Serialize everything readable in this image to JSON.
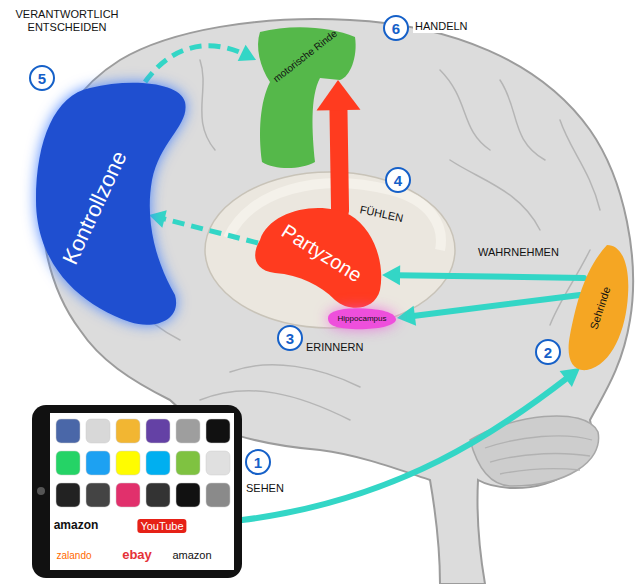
{
  "diagram": {
    "nodes": [
      {
        "text": [
          "Kontrollzone"
        ]
      },
      {
        "text": [
          "motorische Rinde"
        ]
      },
      {
        "text": [
          "Partyzone"
        ]
      },
      {
        "text": [
          "Hippocampus"
        ]
      },
      {
        "text": [
          "Sehrinde"
        ]
      },
      {
        "text": [
          "amazon",
          "YouTube",
          "zalando",
          "ebay",
          "amazon"
        ]
      }
    ],
    "edges": [
      {
        "from": 5,
        "to": 4,
        "arrow": "to"
      },
      {
        "from": 4,
        "to": 2,
        "arrow": "to"
      },
      {
        "from": 4,
        "to": 3,
        "arrow": "to"
      },
      {
        "from": 2,
        "to": 1,
        "arrow": "to"
      },
      {
        "from": 2,
        "to": 0,
        "arrow": "to"
      },
      {
        "from": 0,
        "to": 1,
        "arrow": "to"
      }
    ],
    "labels": [
      "VERANTWORTLICH ENTSCHEIDEN",
      "5",
      "6",
      "HANDELN",
      "4",
      "FÜHLEN",
      "WAHRNEHMEN",
      "2",
      "3",
      "ERINNERN",
      "1",
      "SEHEN"
    ]
  }
}
